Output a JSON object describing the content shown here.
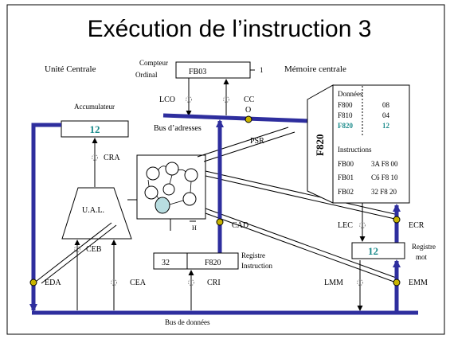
{
  "title": "Exécution de l’instruction 3",
  "unite_centrale": "Unité Centrale",
  "memoire_centrale": "Mémoire centrale",
  "compteur": {
    "label_line1": "Compteur",
    "label_line2": "Ordinal",
    "value": "FB03",
    "increment": "1"
  },
  "accumulateur": {
    "label": "Accumulateur",
    "value": "12"
  },
  "ual": "U.A.L.",
  "bus_adresses": "Bus d’adresses",
  "bus_donnees": "Bus de données",
  "registre_instruction": {
    "op": "32",
    "addr": "F820",
    "label_line1": "Registre",
    "label_line2": "Instruction"
  },
  "registre_mot": {
    "value": "12",
    "label_line1": "Registre",
    "label_line2": "mot"
  },
  "memory": {
    "bank_label": "F820",
    "donnees_title": "Données",
    "donnees": [
      {
        "addr": "F800",
        "val": "08",
        "highlight": false
      },
      {
        "addr": "F810",
        "val": "04",
        "highlight": false
      },
      {
        "addr": "F820",
        "val": "12",
        "highlight": true
      }
    ],
    "instructions_title": "Instructions",
    "instructions": [
      {
        "addr": "FB00",
        "val": "3A F8 00"
      },
      {
        "addr": "FB01",
        "val": "C6 F8 10"
      },
      {
        "addr": "FB02",
        "val": "32 F8 20"
      }
    ]
  },
  "signals": {
    "lco": "LCO",
    "cco_line1": "CC",
    "cco_line2": "O",
    "cra": "CRA",
    "psr": "PSR",
    "cad": "CAD",
    "h": "H",
    "lec": "LEC",
    "ecr": "ECR",
    "ceb": "CEB",
    "eda": "EDA",
    "cea": "CEA",
    "cri": "CRI",
    "lmm": "LMM",
    "emm": "EMM"
  },
  "colors": {
    "bus": "#2e2e9e",
    "highlight": "#1a8a8a",
    "switch": "#c8b400",
    "state_fill": "#b8dde0"
  }
}
